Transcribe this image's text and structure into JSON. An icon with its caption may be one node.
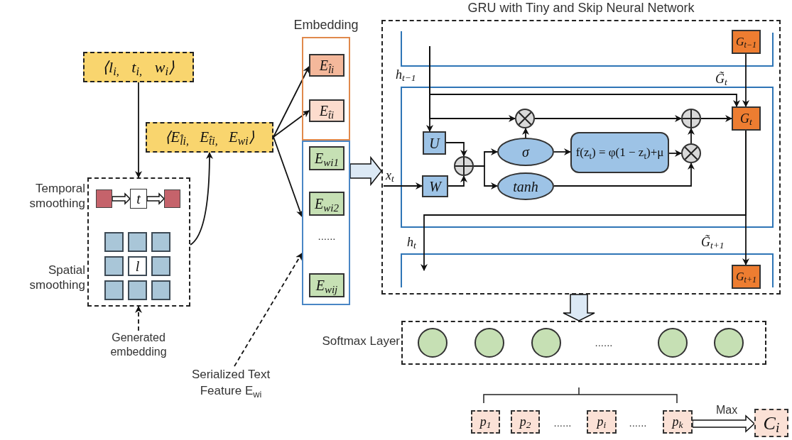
{
  "diagram": {
    "nodes": [
      {
        "text": [
          "⟨l$_{i,}$ t$_{i,}$ w$_{i}$⟩"
        ]
      },
      {
        "text": [
          "⟨E$_{l̂i,}$ E$_{t̂i,}$ E$_{wi}$⟩"
        ]
      },
      {
        "text": [],
        "shape": "box",
        "beside": [
          "Temporal smoothing",
          "Spatial smoothing"
        ]
      },
      {
        "text": [],
        "shape": "box",
        "in": 2
      },
      {
        "text": [
          "t"
        ],
        "in": 2
      },
      {
        "text": [],
        "shape": "box",
        "in": 2
      },
      {
        "text": [],
        "shape": "box",
        "in": 2
      },
      {
        "text": [],
        "shape": "box",
        "in": 2
      },
      {
        "text": [],
        "shape": "box",
        "in": 2
      },
      {
        "text": [],
        "shape": "box",
        "in": 2
      },
      {
        "text": [
          "l"
        ],
        "in": 2
      },
      {
        "text": [],
        "shape": "box",
        "in": 2
      },
      {
        "text": [],
        "shape": "box",
        "in": 2
      },
      {
        "text": [],
        "shape": "box",
        "in": 2
      },
      {
        "text": [],
        "shape": "box",
        "in": 2
      },
      {
        "text": [
          "Generated embedding"
        ]
      },
      {
        "text": [
          "Embedding"
        ]
      },
      {
        "text": [
          "E$_{l̂i}$"
        ],
        "in": 16
      },
      {
        "text": [
          "E$_{t̂i}$"
        ],
        "in": 16
      },
      {
        "text": [],
        "shape": "box"
      },
      {
        "text": [
          "E$_{wi1}$"
        ],
        "in": 19
      },
      {
        "text": [
          "E$_{wi2}$"
        ],
        "in": 19
      },
      {
        "text": [
          "E$_{wij}$"
        ],
        "in": 19
      },
      {
        "text": [
          "Serialized Text Feature E$_{wi}$"
        ]
      },
      {
        "text": [
          "GRU with Tiny and Skip Neural Network"
        ]
      },
      {
        "text": [
          "G$_{t−1}$"
        ],
        "in": 24
      },
      {
        "text": [
          "U"
        ],
        "in": 24
      },
      {
        "text": [
          "W"
        ],
        "in": 24
      },
      {
        "text": [],
        "shape": "circle",
        "in": 24
      },
      {
        "text": [
          "σ"
        ],
        "in": 24
      },
      {
        "text": [
          "tanh"
        ],
        "in": 24
      },
      {
        "text": [],
        "shape": "circle",
        "in": 24
      },
      {
        "text": [
          "f(z$_{t}$) = φ(1 − z$_{t}$)+μ"
        ],
        "in": 24
      },
      {
        "text": [],
        "shape": "circle",
        "in": 24
      },
      {
        "text": [],
        "shape": "circle",
        "in": 24
      },
      {
        "text": [
          "G$_{t}$"
        ],
        "in": 24
      },
      {
        "text": [
          "G$_{t+1}$"
        ],
        "in": 24
      },
      {
        "text": [],
        "shape": "box",
        "beside": [
          "Softmax Layer"
        ]
      },
      {
        "text": [],
        "shape": "circle",
        "in": 37
      },
      {
        "text": [],
        "shape": "circle",
        "in": 37
      },
      {
        "text": [],
        "shape": "circle",
        "in": 37
      },
      {
        "text": [],
        "shape": "circle",
        "in": 37
      },
      {
        "text": [],
        "shape": "circle",
        "in": 37
      },
      {
        "text": [
          "p$_{1}$"
        ]
      },
      {
        "text": [
          "p$_{2}$"
        ]
      },
      {
        "text": [
          "p$_{i}$"
        ]
      },
      {
        "text": [
          "p$_{k}$"
        ]
      },
      {
        "text": [
          "C$_{i}$"
        ]
      }
    ],
    "edges": [
      {
        "from": 0,
        "to": 2,
        "arrow": "to"
      },
      {
        "from": 2,
        "to": 1,
        "arrow": "to"
      },
      {
        "from": 1,
        "to": 17,
        "arrow": "to"
      },
      {
        "from": 1,
        "to": 18,
        "arrow": "to"
      },
      {
        "from": 1,
        "to": 19,
        "arrow": "to"
      },
      {
        "from": 15,
        "to": 2,
        "arrow": "to",
        "style": "dashed"
      },
      {
        "from": 23,
        "to": 19,
        "arrow": "to",
        "style": "dashed"
      },
      {
        "from": 3,
        "to": 4,
        "arrow": "to",
        "style": "thick"
      },
      {
        "from": 4,
        "to": 5,
        "arrow": "to",
        "style": "thick"
      },
      {
        "from": 19,
        "to": 24,
        "arrow": "to",
        "style": "thick"
      },
      {
        "from": null,
        "to": 26,
        "arrow": "to",
        "label": "h$_{t−1}$"
      },
      {
        "from": null,
        "to": 31,
        "arrow": "to"
      },
      {
        "from": null,
        "to": 35,
        "arrow": "to"
      },
      {
        "from": 25,
        "to": 35,
        "arrow": "to",
        "label": "G̃$_{t}$"
      },
      {
        "from": null,
        "to": 27,
        "arrow": "to",
        "label": "x$_{t}$"
      },
      {
        "from": 26,
        "to": 28,
        "arrow": "to"
      },
      {
        "from": 27,
        "to": 28,
        "arrow": "to"
      },
      {
        "from": 28,
        "to": 29,
        "arrow": "to"
      },
      {
        "from": 28,
        "to": 30,
        "arrow": "to"
      },
      {
        "from": 29,
        "to": 31,
        "arrow": "to"
      },
      {
        "from": 29,
        "to": 32,
        "arrow": "to"
      },
      {
        "from": 32,
        "to": 33,
        "arrow": "to"
      },
      {
        "from": 30,
        "to": 33,
        "arrow": "to"
      },
      {
        "from": 31,
        "to": 34,
        "arrow": "to"
      },
      {
        "from": 33,
        "to": 34,
        "arrow": "to"
      },
      {
        "from": 34,
        "to": 35,
        "arrow": "to"
      },
      {
        "from": 35,
        "to": 36,
        "arrow": "to",
        "label": "G̃$_{t+1}$"
      },
      {
        "from": 35,
        "to": null,
        "arrow": "to",
        "label": "h$_{t}$"
      },
      {
        "from": 24,
        "to": 37,
        "arrow": "to",
        "style": "thick"
      },
      {
        "from": 46,
        "to": 47,
        "arrow": "to",
        "style": "thick",
        "label": "Max"
      }
    ],
    "labels": [
      "......",
      "......",
      "......",
      "......"
    ]
  }
}
